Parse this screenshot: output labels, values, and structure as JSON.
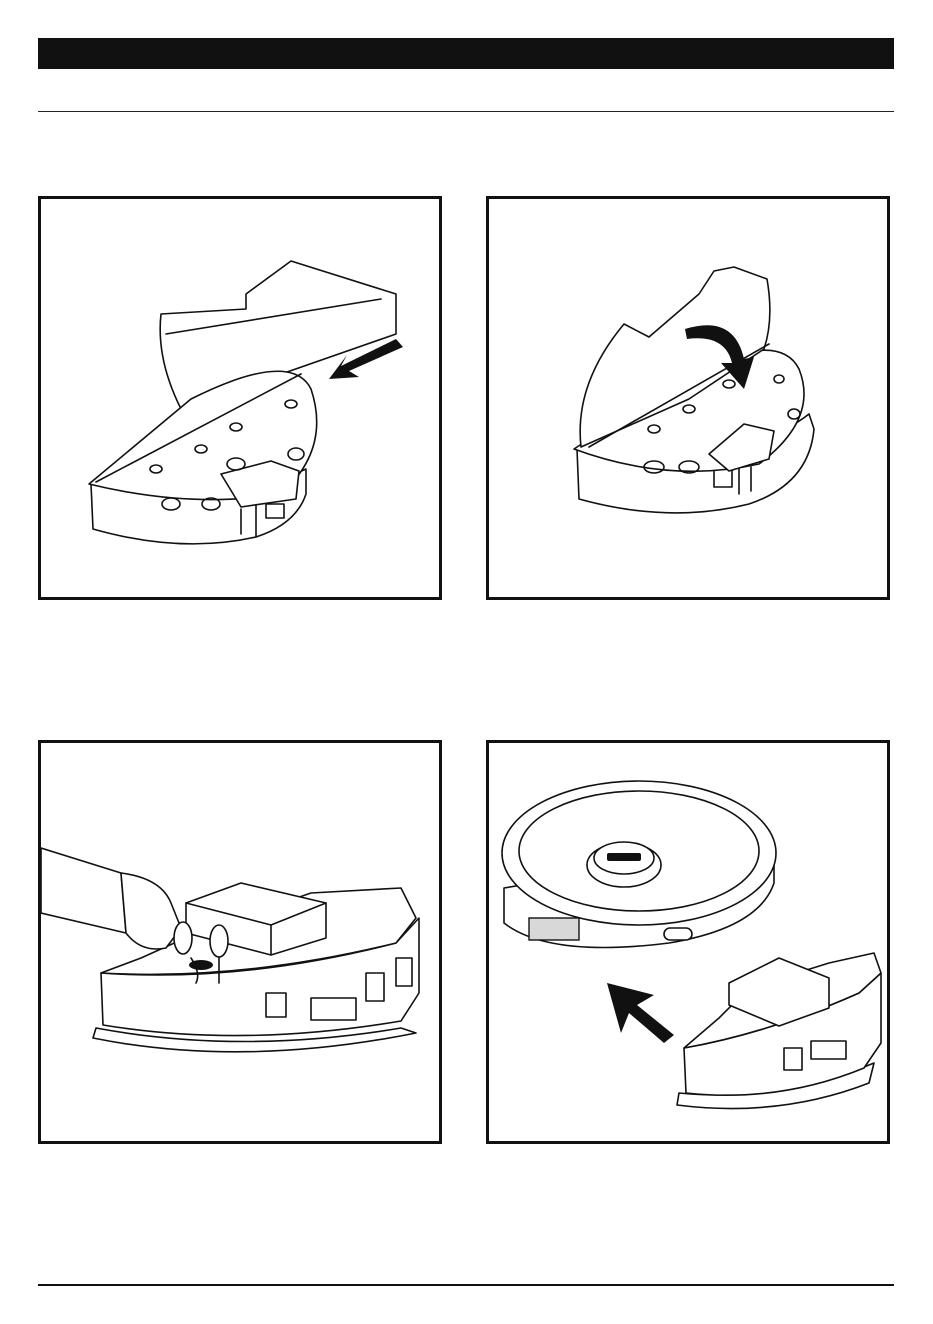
{
  "page": {
    "header_bar": "",
    "figures": [
      {
        "id": "step-1",
        "icon": "mop-pad-attach-illustration"
      },
      {
        "id": "step-2",
        "icon": "mop-pad-fold-illustration"
      },
      {
        "id": "step-3",
        "icon": "water-tank-fill-illustration"
      },
      {
        "id": "step-4",
        "icon": "insert-module-into-robot-illustration"
      }
    ]
  },
  "colors": {
    "ink": "#111111",
    "paper": "#ffffff"
  }
}
